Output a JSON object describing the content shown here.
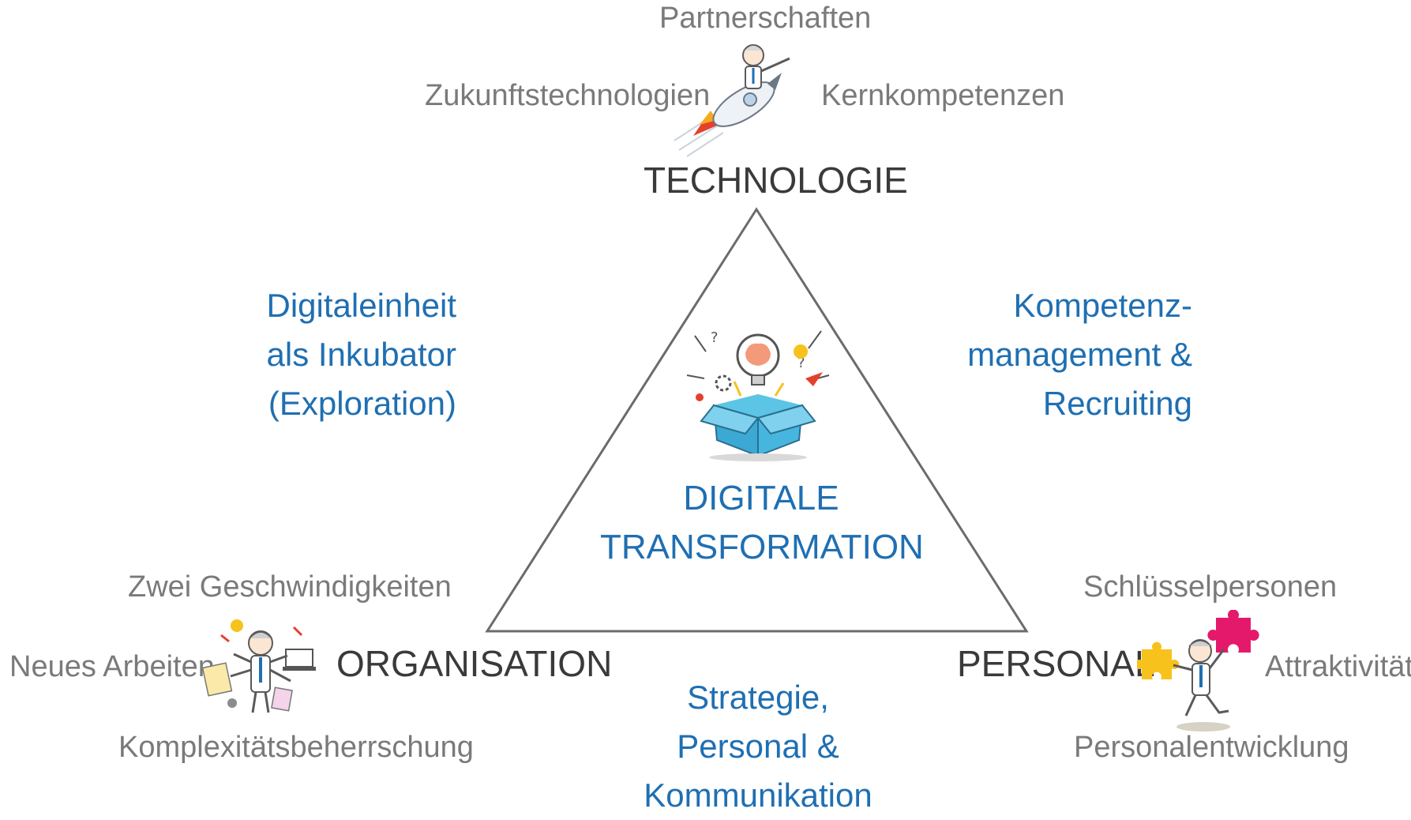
{
  "vertices": {
    "top": {
      "label": "TECHNOLOGIE",
      "items": [
        "Partnerschaften",
        "Zukunftstechnologien",
        "Kernkompetenzen"
      ]
    },
    "left": {
      "label": "ORGANISATION",
      "items": [
        "Zwei Geschwindigkeiten",
        "Neues Arbeiten",
        "Komplexitätsbeherrschung"
      ]
    },
    "right": {
      "label": "PERSONAL",
      "items": [
        "Schlüsselpersonen",
        "Attraktivität",
        "Personalentwicklung"
      ]
    }
  },
  "edges": {
    "left": "Digitaleinheit\nals Inkubator\n(Exploration)",
    "right": "Kompetenz-\nmanagement &\nRecruiting",
    "bottom": "Strategie,\nPersonal &\nKommunikation"
  },
  "center": "DIGITALE\nTRANSFORMATION",
  "colors": {
    "accent_blue": "#1f6fb2",
    "label_dark": "#3a3a3a",
    "item_gray": "#7a7a7a",
    "triangle_stroke": "#6b6b6b"
  },
  "icons": {
    "top": "rocket-rider-icon",
    "left": "multitasking-person-icon",
    "right": "puzzle-person-icon",
    "center": "idea-box-icon"
  }
}
